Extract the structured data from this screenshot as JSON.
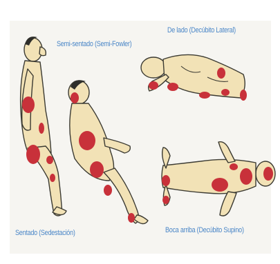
{
  "labels": {
    "semi_sentado": "Semi-sentado (Semi-Fowler)",
    "de_lado": "De lado (Decúbito Lateral)",
    "sentado": "Sentado (Sedestación)",
    "boca_arriba": "Boca arriba (Decúbito Supino)"
  },
  "colors": {
    "label": "#4a86c7",
    "skin": "#f2e2b6",
    "pressure_sore": "#c8313a",
    "background": "#f6f5f1"
  }
}
